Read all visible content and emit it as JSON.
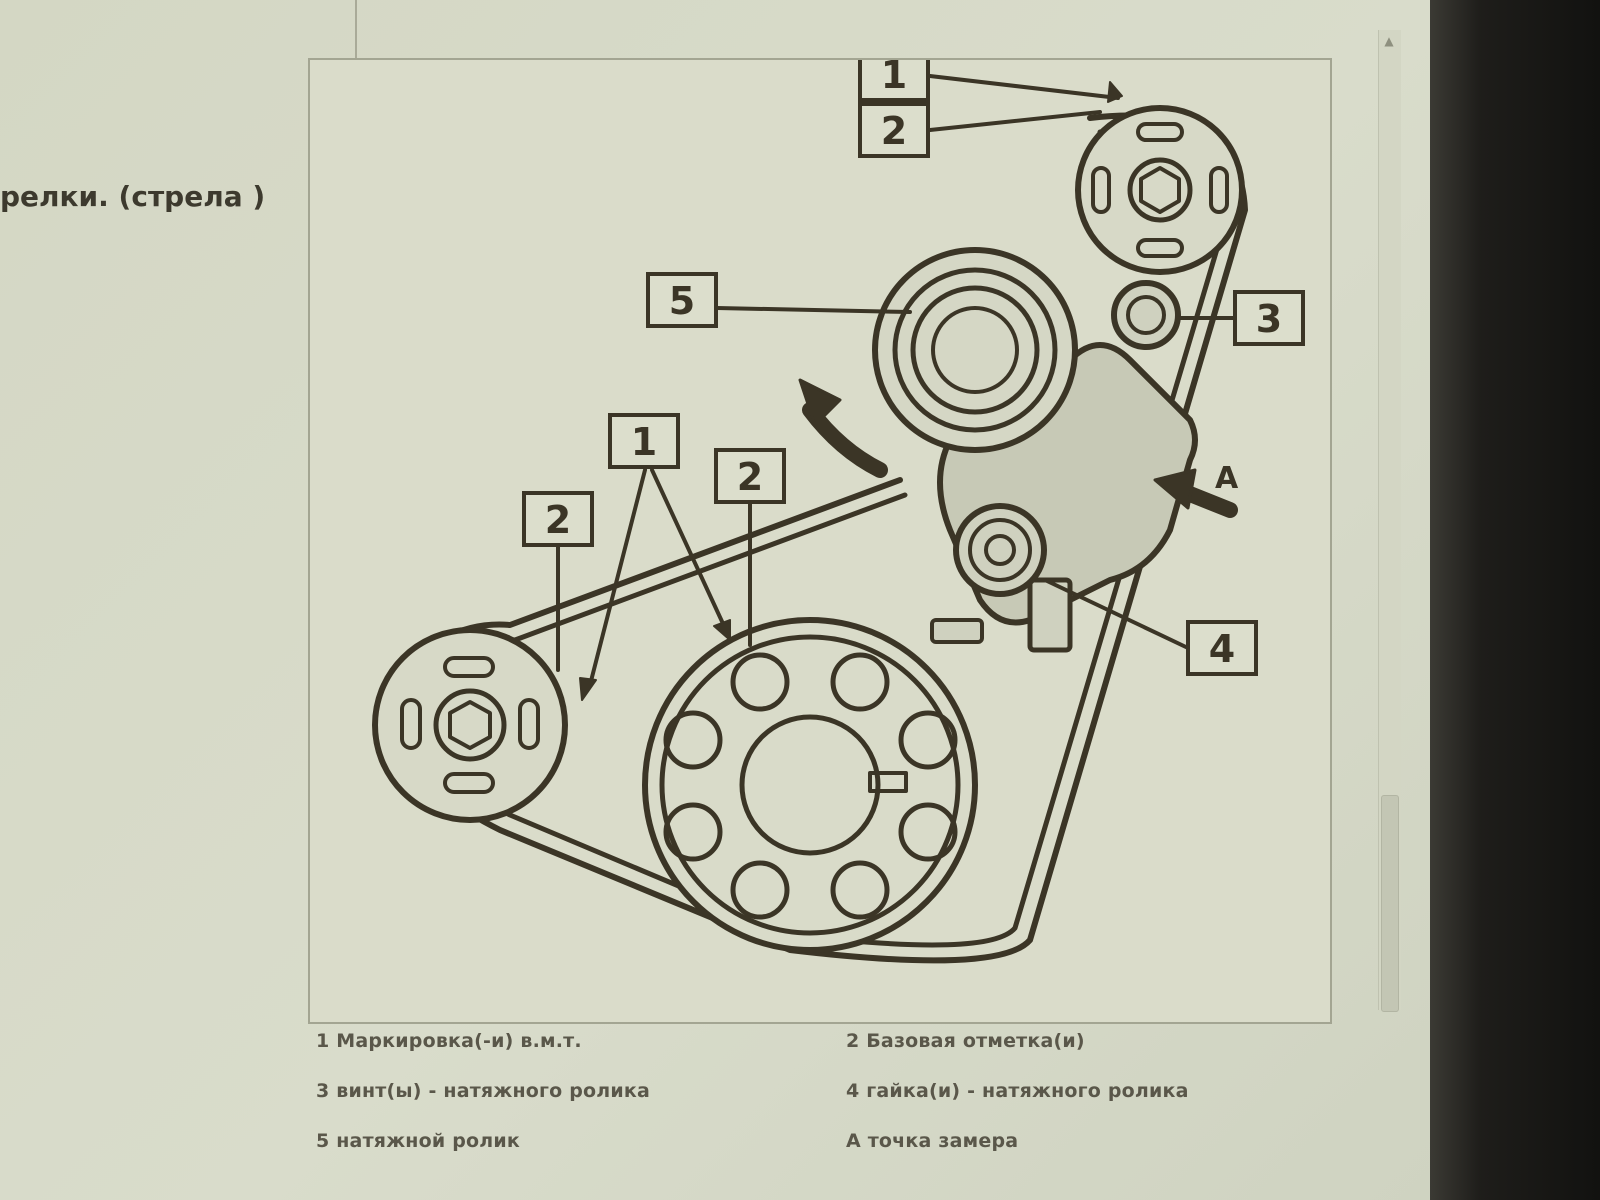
{
  "left_text": "релки. (стрела )",
  "diagram": {
    "callouts": {
      "c1_top": "1",
      "c2_top": "2",
      "c3": "3",
      "c4": "4",
      "c5": "5",
      "c1_mid": "1",
      "c2_mid": "2",
      "c2_left": "2"
    },
    "measure_point_label": "A"
  },
  "legend": {
    "item1": "1 Маркировка(-и) в.м.т.",
    "item2": "2 Базовая отметка(и)",
    "item3": "3 винт(ы) - натяжного ролика",
    "item4": "4 гайка(и) - натяжного ролика",
    "item5": "5 натяжной ролик",
    "item6": "A точка замера"
  }
}
